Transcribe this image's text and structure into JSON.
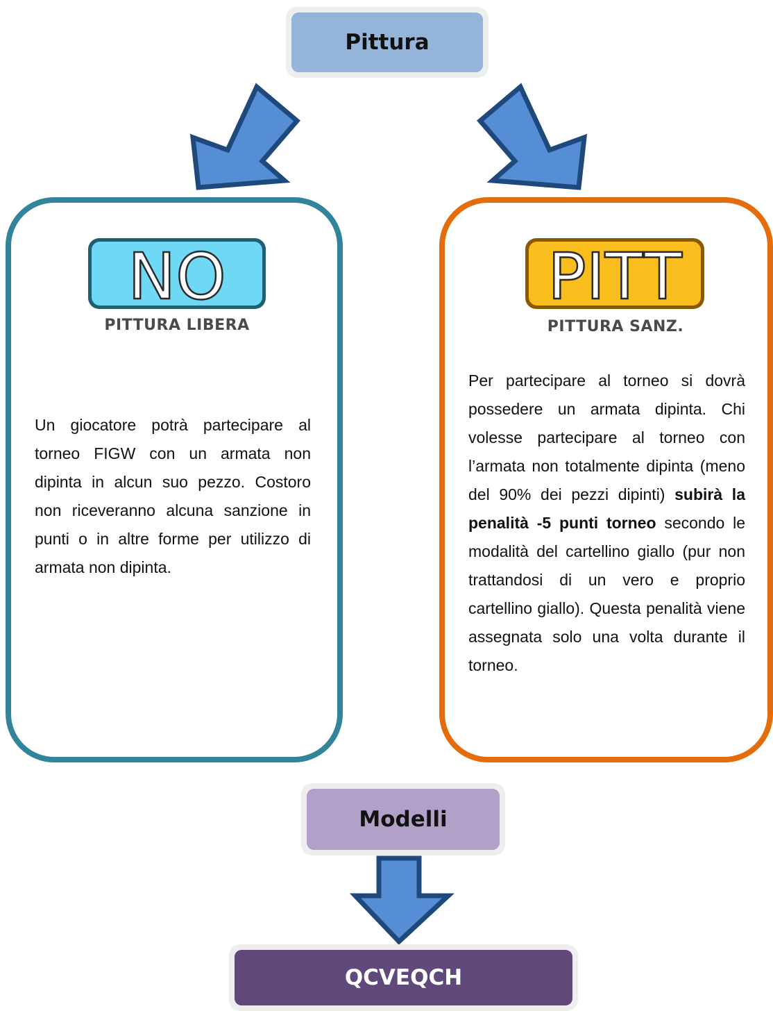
{
  "top_box": {
    "label": "Pittura"
  },
  "left_panel": {
    "badge_text": "NO",
    "badge_caption": "PITTURA LIBERA",
    "badge_color": "#6fd8f5",
    "border_color": "#31849b",
    "body": "Un giocatore potrà partecipare al torneo FIGW con un armata non dipinta in alcun suo pezzo. Costoro non riceveranno alcuna sanzione in punti o in altre forme per utilizzo di armata non dipinta."
  },
  "right_panel": {
    "badge_text": "PITT",
    "badge_caption": "PITTURA SANZ.",
    "badge_color": "#f9bd1e",
    "border_color": "#e46c0a",
    "body_before": "Per partecipare al torneo si dovrà possedere un armata dipinta. Chi volesse partecipare al torneo con l’armata non totalmente dipinta (meno del 90% dei pezzi dipinti) ",
    "body_bold": "subirà la penalità -5 punti torneo",
    "body_after": " secondo le modalità del cartellino giallo (pur non trattandosi di un vero e proprio cartellino giallo). Questa penalità viene assegnata solo una volta durante il torneo."
  },
  "middle_box": {
    "label": "Modelli"
  },
  "bottom_box": {
    "label": "QCVEQCH"
  },
  "colors": {
    "arrow_fill": "#558ed5",
    "arrow_stroke": "#1f497d",
    "pittura_box": "#95b4da",
    "modelli_box": "#b1a0c7",
    "qcveqch_box": "#60497a"
  }
}
